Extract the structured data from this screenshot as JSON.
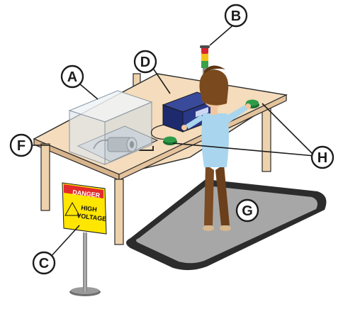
{
  "labels": {
    "a": "A",
    "b": "B",
    "c": "C",
    "d": "D",
    "f": "F",
    "g": "G",
    "h": "H"
  },
  "sign": {
    "danger_text": "DANGER",
    "line1": "HIGH",
    "line2": "VOLTAGE"
  },
  "colors": {
    "table_top": "#f2d9b8",
    "table_edge": "#d8b48c",
    "mat": "#2c2c2c",
    "mat_inner": "#a7a7a7",
    "enclosure": "#dfe7ee",
    "controller": "#23307a",
    "button_green": "#2e9b48",
    "sign_yellow": "#ffe600",
    "sign_red": "#e32b2b",
    "shirt": "#a9d6ee",
    "pants": "#7a4a22",
    "hair": "#7a4a1e",
    "callout": "#1c1c1c"
  }
}
